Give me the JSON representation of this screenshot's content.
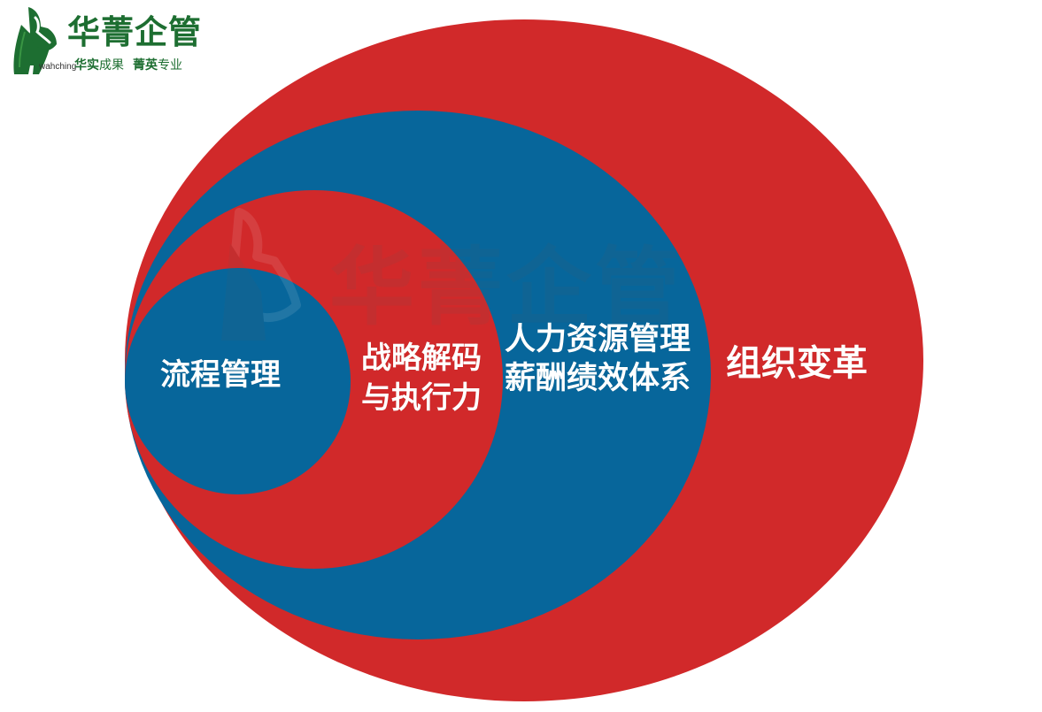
{
  "logo": {
    "brand_name": "华菁企管",
    "english_name": "wahching",
    "tagline": {
      "part1_bold": "华实",
      "part1_regular": "成果",
      "part2_bold": "菁英",
      "part2_regular": "专业"
    },
    "icon": "green-ribbon-logo-icon",
    "color": "#1d6e31"
  },
  "watermark": {
    "text": "华菁企管",
    "icon": "ribbon-logo-icon"
  },
  "diagram": {
    "type": "nested-ellipses",
    "colors": {
      "red": "#d1292a",
      "blue": "#07669b",
      "text": "#ffffff"
    },
    "layers": [
      {
        "level": 1,
        "color": "red",
        "lines": [
          "组织变革"
        ]
      },
      {
        "level": 2,
        "color": "blue",
        "lines": [
          "人力资源管理",
          "薪酬绩效体系"
        ]
      },
      {
        "level": 3,
        "color": "red",
        "lines": [
          "战略解码",
          "与执行力"
        ]
      },
      {
        "level": 4,
        "color": "blue",
        "lines": [
          "流程管理"
        ]
      }
    ]
  }
}
